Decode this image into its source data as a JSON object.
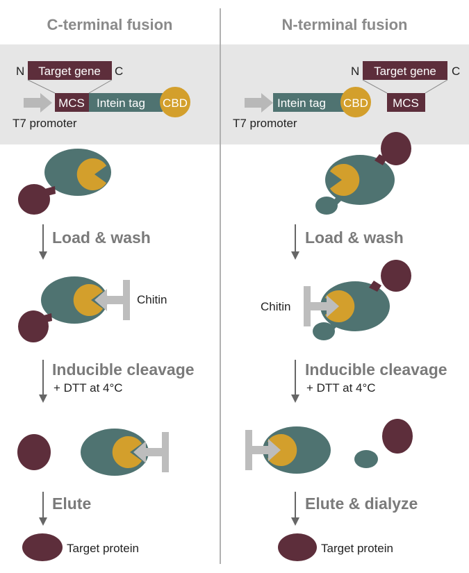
{
  "colors": {
    "teal": "#4f7371",
    "maroon": "#5d2e3b",
    "gold": "#d39f2c",
    "chitin": "#bdbdbd",
    "panel": "#e6e6e6",
    "arrow": "#666666",
    "divider": "#b0b0b0"
  },
  "columns": [
    {
      "title": "C-terminal fusion",
      "construct": {
        "n_label": "N",
        "c_label": "C",
        "target_gene": "Target gene",
        "mcs": "MCS",
        "intein_tag": "Intein tag",
        "cbd": "CBD",
        "promoter": "T7 promoter"
      },
      "steps": [
        "Load & wash",
        "Inducible cleavage",
        "Elute"
      ],
      "cleavage_condition": "+ DTT at 4°C",
      "chitin_label": "Chitin",
      "result_label": "Target protein"
    },
    {
      "title": "N-terminal fusion",
      "construct": {
        "n_label": "N",
        "c_label": "C",
        "target_gene": "Target gene",
        "mcs": "MCS",
        "intein_tag": "Intein tag",
        "cbd": "CBD",
        "promoter": "T7 promoter"
      },
      "steps": [
        "Load & wash",
        "Inducible cleavage",
        "Elute & dialyze"
      ],
      "cleavage_condition": "+ DTT at 4°C",
      "chitin_label": "Chitin",
      "result_label": "Target protein"
    }
  ]
}
